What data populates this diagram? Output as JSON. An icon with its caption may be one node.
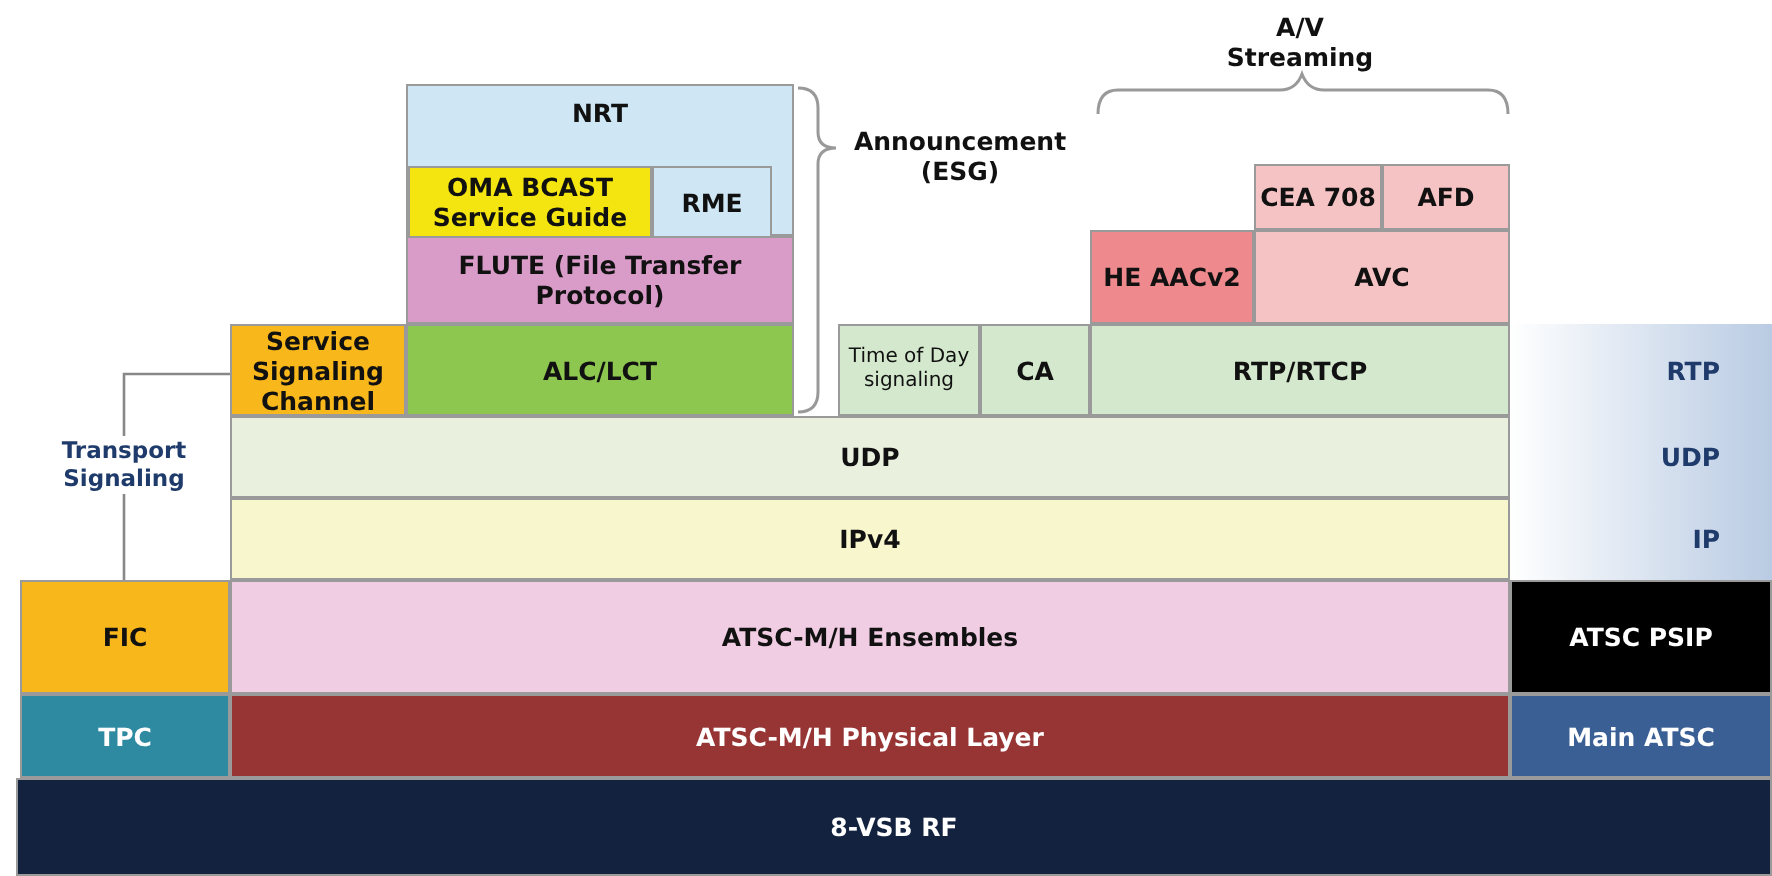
{
  "diagram": {
    "nodes": [
      {
        "text": [
          "NRT"
        ]
      },
      {
        "text": [
          "OMA BCAST Service Guide"
        ],
        "in": 0
      },
      {
        "text": [
          "RME"
        ],
        "in": 0
      },
      {
        "text": [
          "FLUTE (File Transfer Protocol)"
        ]
      },
      {
        "text": [
          "CEA 708"
        ]
      },
      {
        "text": [
          "AFD"
        ]
      },
      {
        "text": [
          "HE AACv2"
        ]
      },
      {
        "text": [
          "AVC"
        ]
      },
      {
        "text": [
          "Service Signaling Channel"
        ]
      },
      {
        "text": [
          "ALC/LCT"
        ]
      },
      {
        "text": [
          "Time of Day signaling"
        ]
      },
      {
        "text": [
          "CA"
        ]
      },
      {
        "text": [
          "RTP/RTCP"
        ]
      },
      {
        "text": [
          "RTP"
        ]
      },
      {
        "text": [
          "UDP"
        ]
      },
      {
        "text": [
          "UDP"
        ]
      },
      {
        "text": [
          "IPv4"
        ]
      },
      {
        "text": [
          "IP"
        ]
      },
      {
        "text": [
          "FIC"
        ]
      },
      {
        "text": [
          "ATSC-M/H Ensembles"
        ]
      },
      {
        "text": [
          "ATSC PSIP"
        ]
      },
      {
        "text": [
          "TPC"
        ]
      },
      {
        "text": [
          "ATSC-M/H Physical Layer"
        ]
      },
      {
        "text": [
          "Main ATSC"
        ]
      },
      {
        "text": [
          "8-VSB RF"
        ]
      }
    ],
    "edges": [
      {
        "from": 8,
        "to": 18,
        "arrow": "none",
        "label": "Transport Signaling"
      }
    ],
    "labels": [
      "A/V Streaming",
      "Announcement (ESG)"
    ]
  }
}
